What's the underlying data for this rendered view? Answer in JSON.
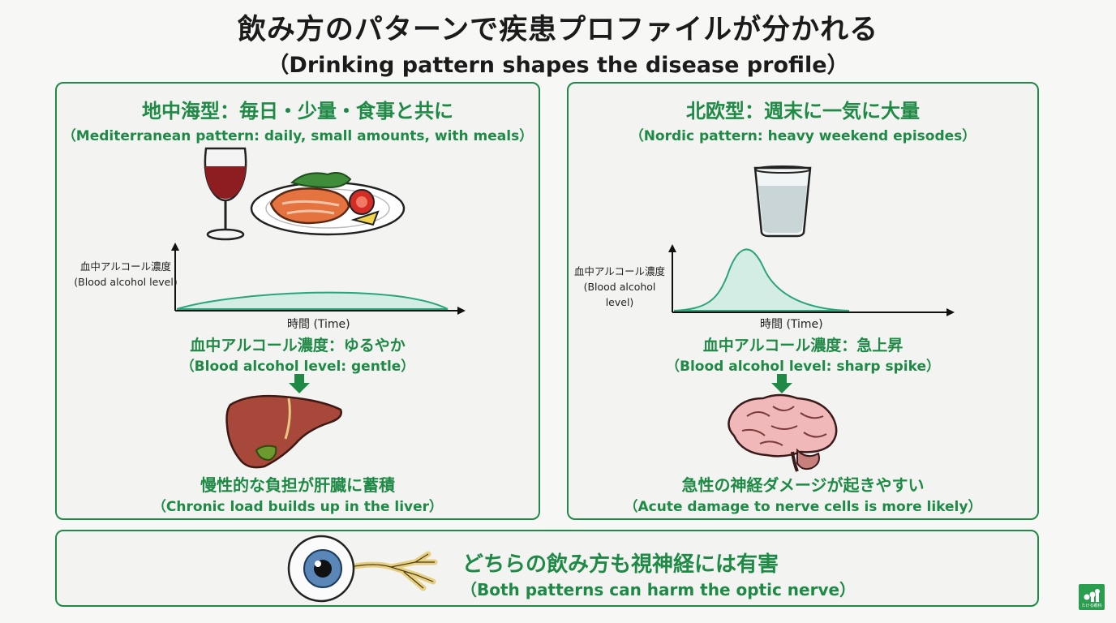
{
  "header": {
    "title": "飲み方のパターンで疾患プロファイルが分かれる",
    "subtitle": "（Drinking pattern shapes the disease profile）"
  },
  "left_panel": {
    "heading": "地中海型：毎日・少量・食事と共に",
    "heading_en": "（Mediterranean pattern: daily, small amounts, with meals）",
    "chart": {
      "ylabel": "血中アルコール濃度",
      "ylabel_en": "(Blood alcohol level)",
      "xlabel": "時間 (Time)"
    },
    "level": "血中アルコール濃度：ゆるやか",
    "level_en": "（Blood alcohol level: gentle）",
    "effect": "慢性的な負担が肝臓に蓄積",
    "effect_en": "（Chronic load builds up in the liver）"
  },
  "right_panel": {
    "heading": "北欧型：週末に一気に大量",
    "heading_en": "（Nordic pattern: heavy weekend episodes）",
    "chart": {
      "ylabel": "血中アルコール濃度",
      "ylabel_en": "(Blood alcohol level)",
      "xlabel": "時間 (Time)"
    },
    "level": "血中アルコール濃度：急上昇",
    "level_en": "（Blood alcohol level: sharp spike）",
    "effect": "急性の神経ダメージが起きやすい",
    "effect_en": "（Acute damage to nerve cells is more likely）"
  },
  "bottom_panel": {
    "message": "どちらの飲み方も視神経には有害",
    "message_en": "（Both patterns can harm the optic nerve）"
  },
  "logo": {
    "text": "たける眼科"
  },
  "colors": {
    "accent_green": "#1e8a46",
    "curve_fill": "#d4ede4",
    "curve_stroke": "#2aa57a"
  }
}
